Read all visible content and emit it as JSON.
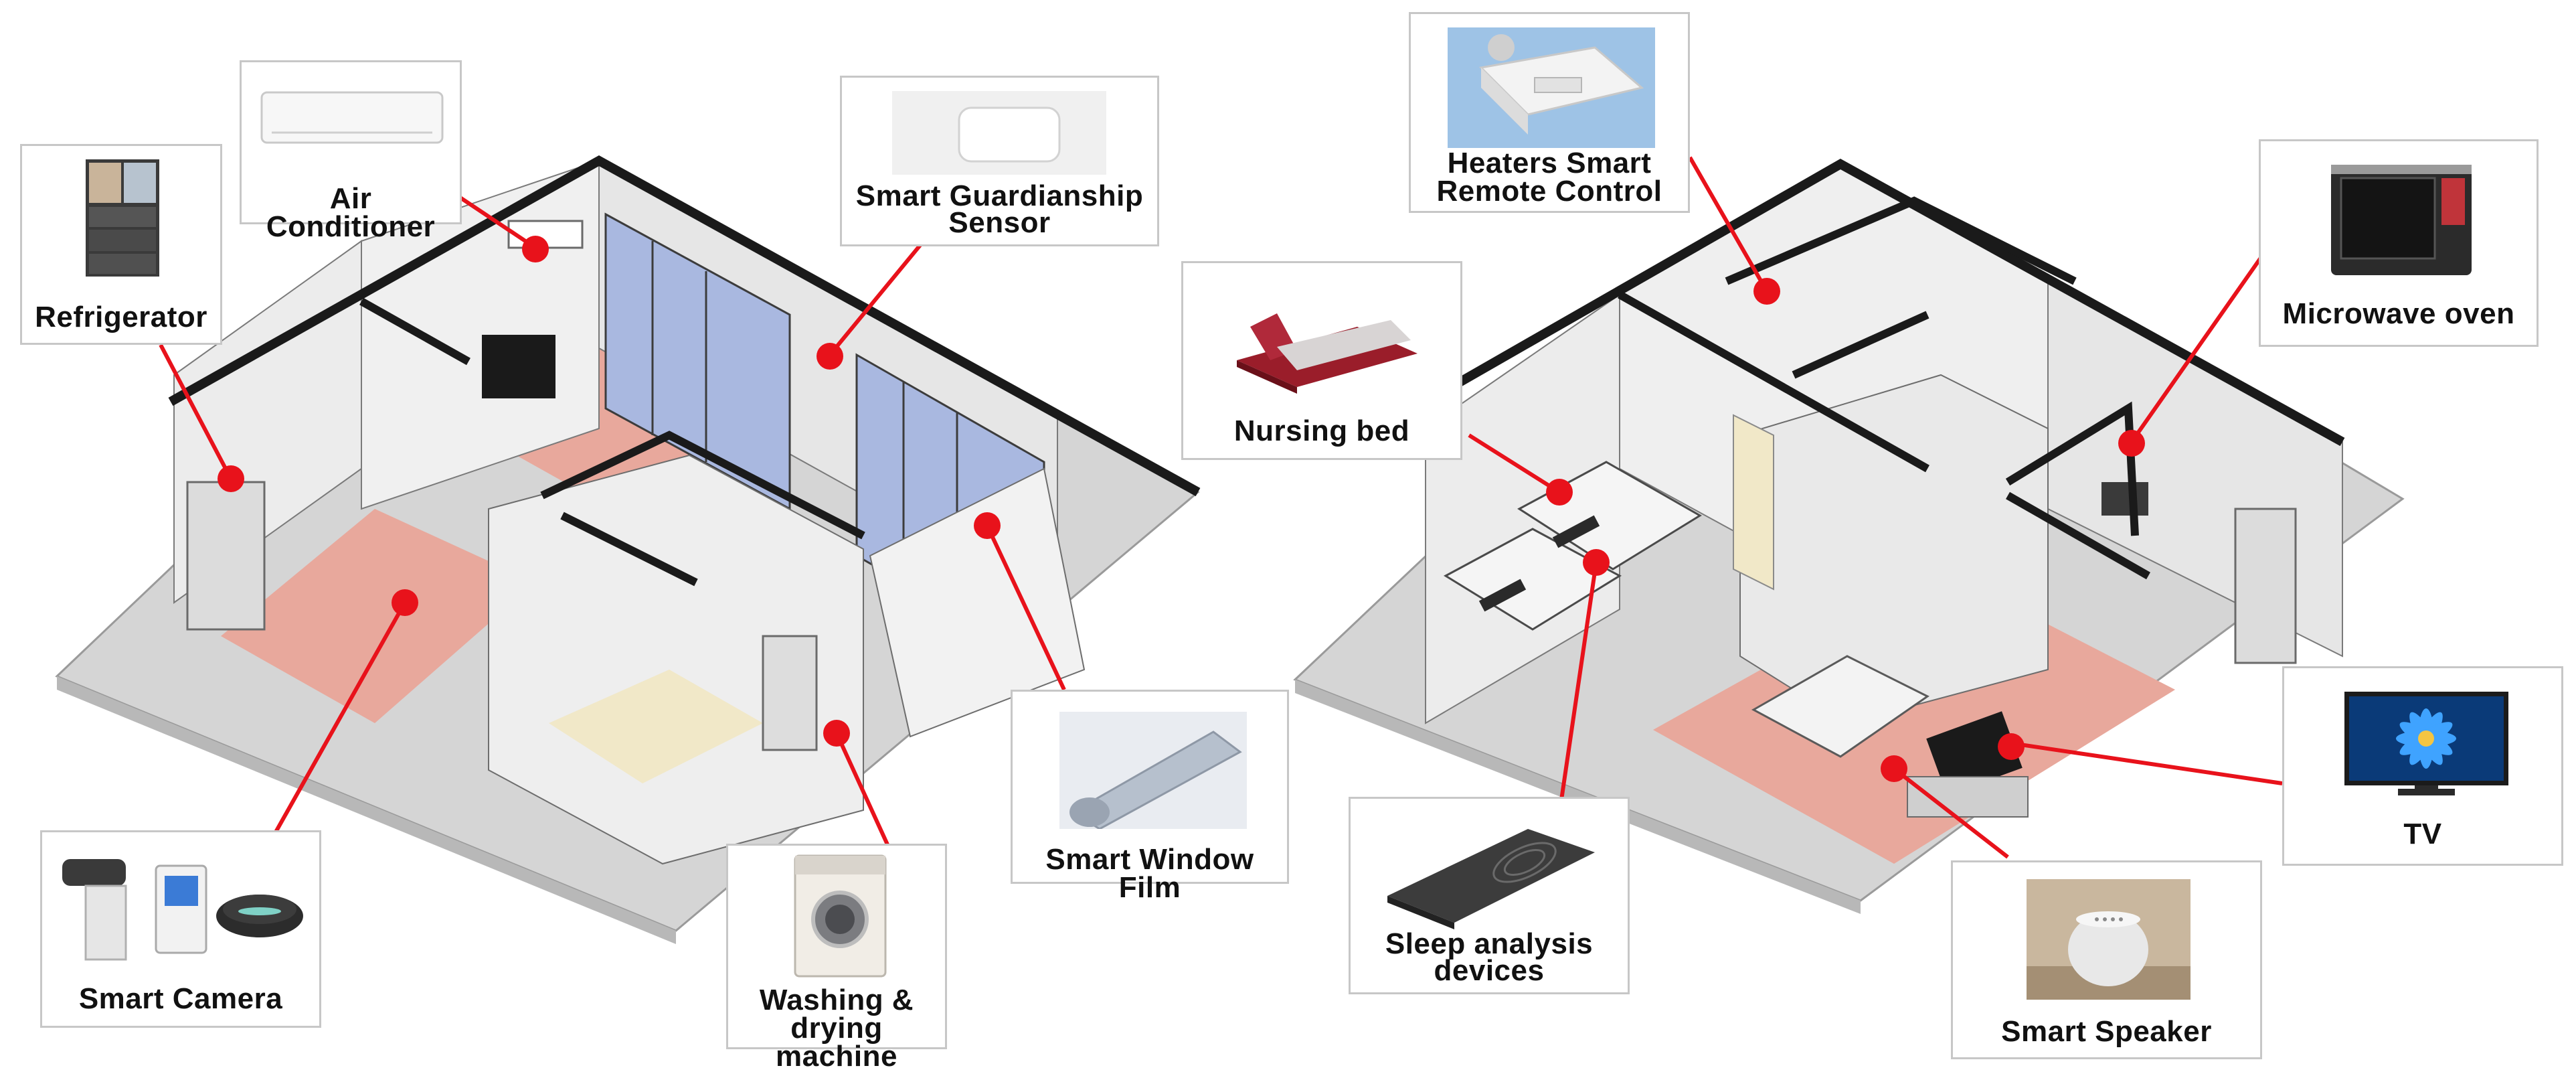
{
  "colors": {
    "wall": "#1a1a1a",
    "floor_grey": "#d9d9d9",
    "floor_pink": "#e8a89c",
    "window_blue": "#a9b8e0",
    "callout_red": "#e8121b",
    "box_border": "#c7c7c7"
  },
  "labels": {
    "refrigerator": "Refrigerator",
    "air_conditioner": "Air Conditioner",
    "guardianship_line1": "Smart Guardianship",
    "guardianship_line2": "Sensor",
    "smart_window_film": "Smart Window Film",
    "smart_camera": "Smart Camera",
    "washing_line1": "Washing &",
    "washing_line2": "drying machine",
    "heaters_line1": "Heaters Smart",
    "heaters_line2": "Remote Control",
    "nursing_bed": "Nursing bed",
    "microwave_oven": "Microwave oven",
    "tv": "TV",
    "sleep_line1": "Sleep analysis",
    "sleep_line2": "devices",
    "smart_speaker": "Smart Speaker"
  },
  "icons": [
    "refrigerator-icon",
    "air-conditioner-icon",
    "guardianship-sensor-icon",
    "window-film-icon",
    "smart-camera-icon",
    "washing-machine-icon",
    "heater-remote-icon",
    "nursing-bed-icon",
    "microwave-icon",
    "tv-icon",
    "sleep-analysis-icon",
    "smart-speaker-icon"
  ]
}
